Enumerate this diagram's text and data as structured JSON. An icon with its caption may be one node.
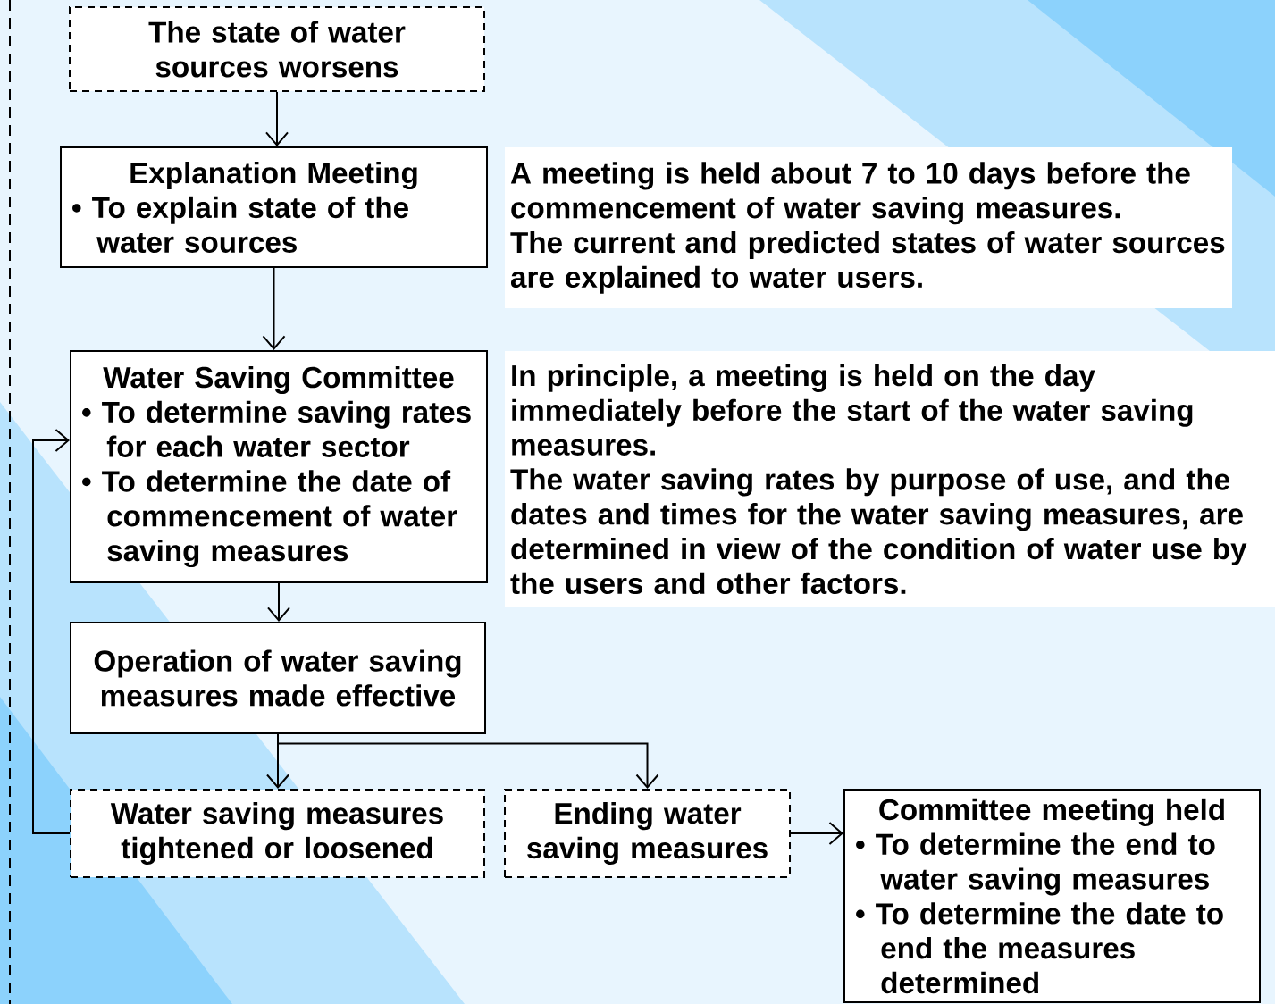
{
  "diagram": {
    "nodes": [
      {
        "text": [
          "The state of water sources worsens"
        ]
      },
      {
        "text": [
          "Explanation Meeting",
          "• To explain state of the water sources"
        ]
      },
      {
        "text": [
          "A meeting is held about 7 to 10 days before the commencement of water saving measures.",
          "The current and predicted states of water sources are explained to water users."
        ]
      },
      {
        "text": [
          "Water Saving Committee",
          "• To determine saving rates for each water sector",
          "• To determine the date of commencement of water saving measures"
        ]
      },
      {
        "text": [
          "In principle, a meeting is held on the day immediately before the start of the water saving measures.",
          "The water saving rates by purpose of use, and the dates and times for the water saving measures, are determined in view of the condition of water use by the users and other factors."
        ]
      },
      {
        "text": [
          "Operation of water saving measures made effective"
        ]
      },
      {
        "text": [
          "Water saving measures tightened or loosened"
        ]
      },
      {
        "text": [
          "Ending water saving measures"
        ]
      },
      {
        "text": [
          "Committee meeting held",
          "• To determine the end to water saving measures",
          "• To determine the date to end the measures determined"
        ]
      }
    ],
    "edges": [
      {
        "from": 0,
        "to": 1,
        "arrow": "to"
      },
      {
        "from": 1,
        "to": 3,
        "arrow": "to"
      },
      {
        "from": 3,
        "to": 5,
        "arrow": "to"
      },
      {
        "from": 5,
        "to": 6,
        "arrow": "to"
      },
      {
        "from": 5,
        "to": 7,
        "arrow": "to"
      },
      {
        "from": 7,
        "to": 8,
        "arrow": "to"
      },
      {
        "from": 6,
        "to": 3,
        "arrow": "to"
      }
    ]
  }
}
